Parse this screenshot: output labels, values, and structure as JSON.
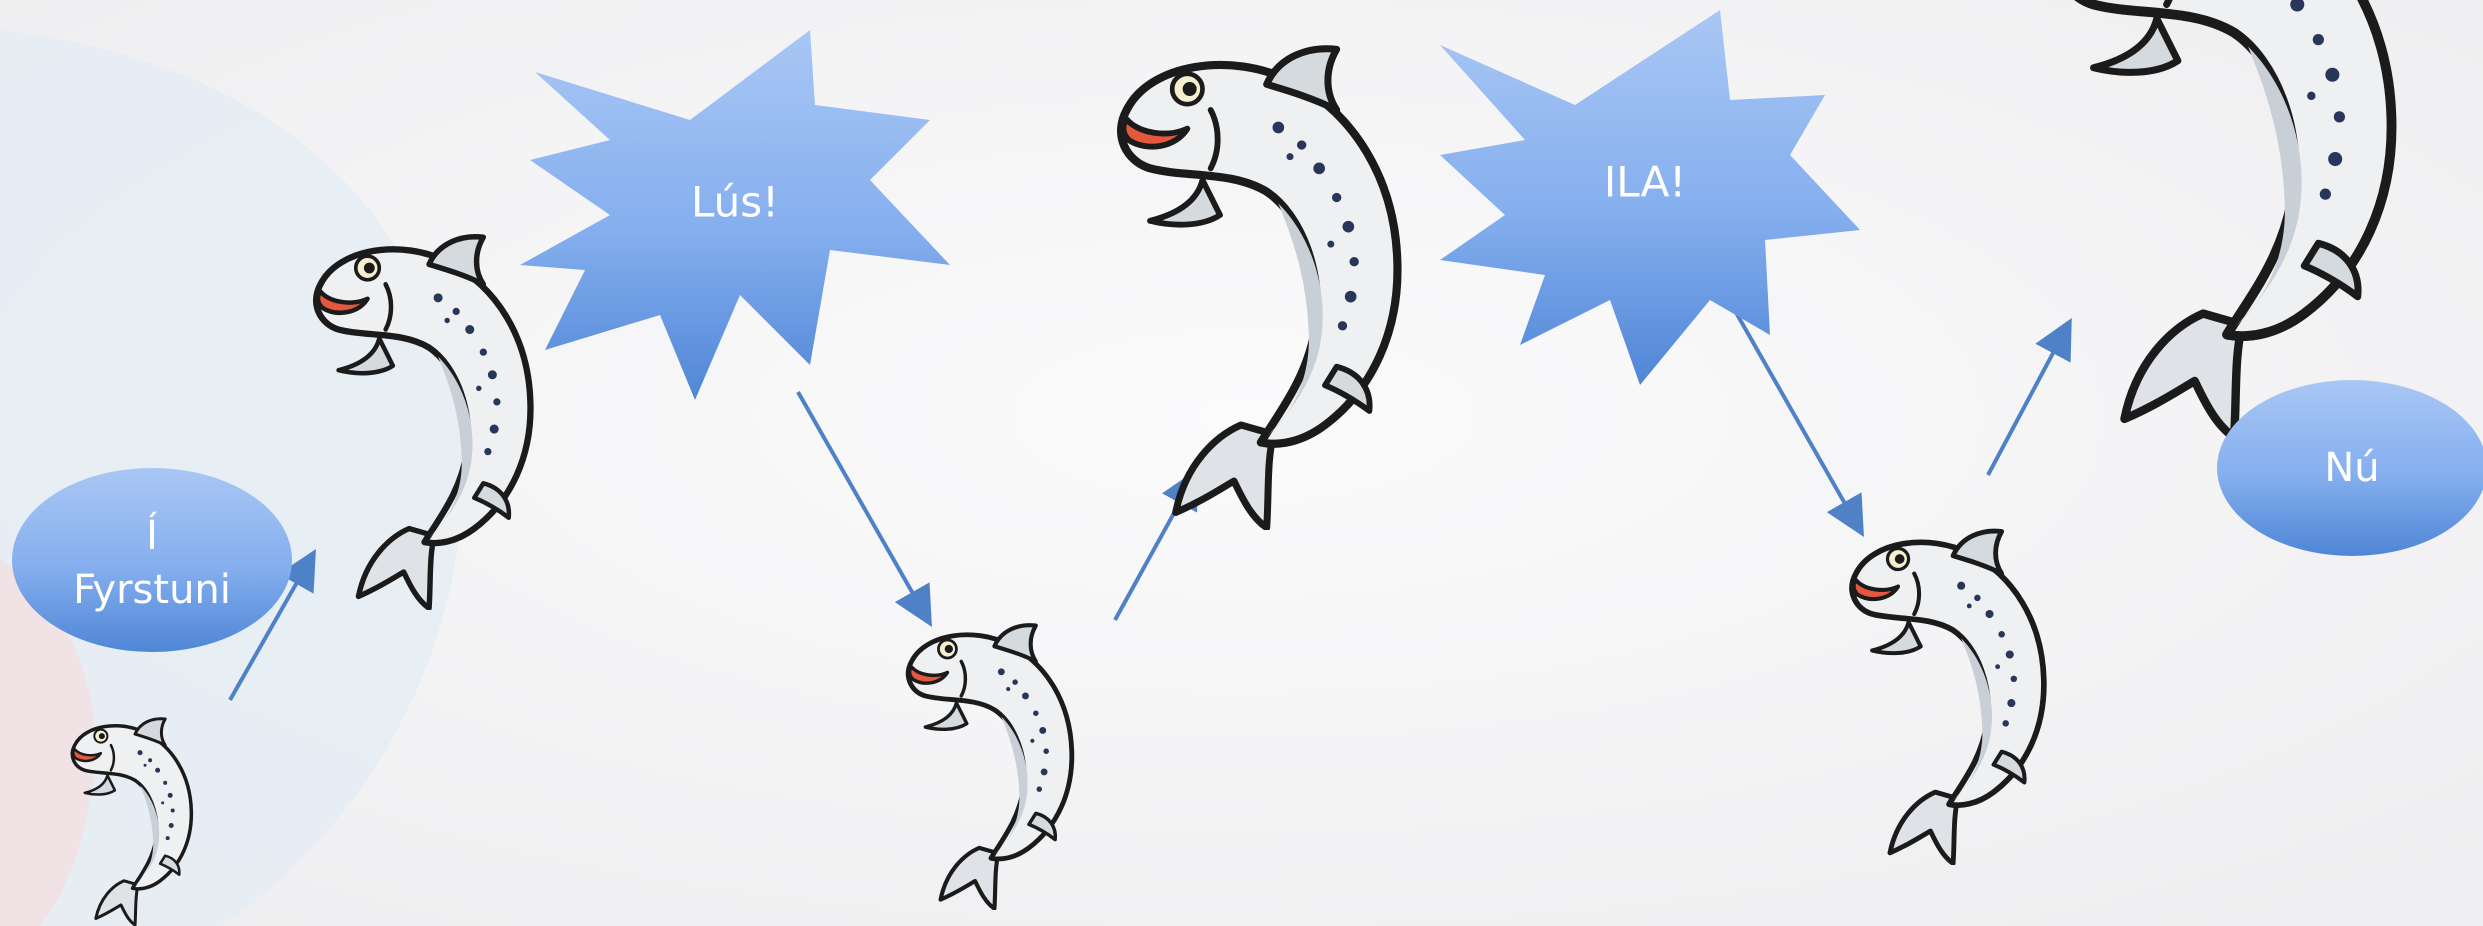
{
  "diagram": {
    "start_bubble": {
      "line1": "Í",
      "line2": "Fyrstuni"
    },
    "burst_1": {
      "label": "Lús!"
    },
    "burst_2": {
      "label": "ILA!"
    },
    "end_bubble": {
      "label": "Nú"
    },
    "colors": {
      "background": "#f3f3f4",
      "shape_fill_light": "#95b9f0",
      "shape_fill_dark": "#4f86d6",
      "arrow": "#4f81c7",
      "fish_body": "#e9ecef",
      "fish_outline": "#1b1b1b",
      "fish_mouth": "#e4583d",
      "fish_spots": "#27365a"
    },
    "icons": [
      "salmon-icon",
      "starburst-shape",
      "ellipse-shape",
      "arrow"
    ]
  }
}
